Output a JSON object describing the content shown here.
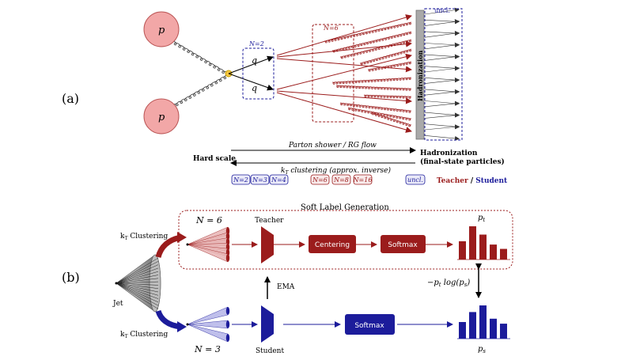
{
  "panel_a": {
    "label": "(a)",
    "proton_label": "p",
    "quark_label": "q",
    "n2_box_label": "N=2",
    "n6_box_label": "N=6",
    "uncl_top": "uncl.",
    "hadronization": "Hadronization",
    "hard_scale": "Hard scale",
    "parton_shower": "Parton shower / RG flow",
    "hadronization_final_1": "Hadronization",
    "hadronization_final_2": "(final-state particles)",
    "kt_clustering_prefix": "k",
    "kt_clustering_sub": "T",
    "kt_clustering_suffix": " clustering (approx. inverse)",
    "student_tags": [
      "N=2",
      "N=3",
      "N=4"
    ],
    "teacher_tags": [
      "N=6",
      "N=8",
      "N=16"
    ],
    "uncl_tag": "uncl.",
    "legend_teacher": "Teacher",
    "legend_sep": " / ",
    "legend_student": "Student"
  },
  "panel_b": {
    "label": "(b)",
    "soft_label_title": "Soft Label Generation",
    "teacher_n": "N = 6",
    "student_n": "N = 3",
    "kt_top_prefix": "k",
    "kt_top_sub": "T",
    "kt_top_suffix": " Clustering",
    "kt_bottom_prefix": "k",
    "kt_bottom_sub": "T",
    "kt_bottom_suffix": " Clustering",
    "jet": "Jet",
    "teacher": "Teacher",
    "student": "Student",
    "centering": "Centering",
    "softmax_teacher": "Softmax",
    "softmax_student": "Softmax",
    "ema": "EMA",
    "pt_main": "p",
    "pt_sub": "t",
    "ps_main": "p",
    "ps_sub": "s",
    "loss_prefix": "−p",
    "loss_sub_t": "t",
    "loss_mid": " log(p",
    "loss_sub_s": "s",
    "loss_end": ")",
    "teacher_bars": [
      0.55,
      1.0,
      0.75,
      0.45,
      0.32
    ],
    "student_bars": [
      0.5,
      0.8,
      1.0,
      0.6,
      0.45
    ]
  },
  "colors": {
    "teacher": "#9b1c1c",
    "student": "#1c1c9b",
    "proton_fill": "#f2a7a7",
    "hadron_bar": "#a9a9a9"
  }
}
